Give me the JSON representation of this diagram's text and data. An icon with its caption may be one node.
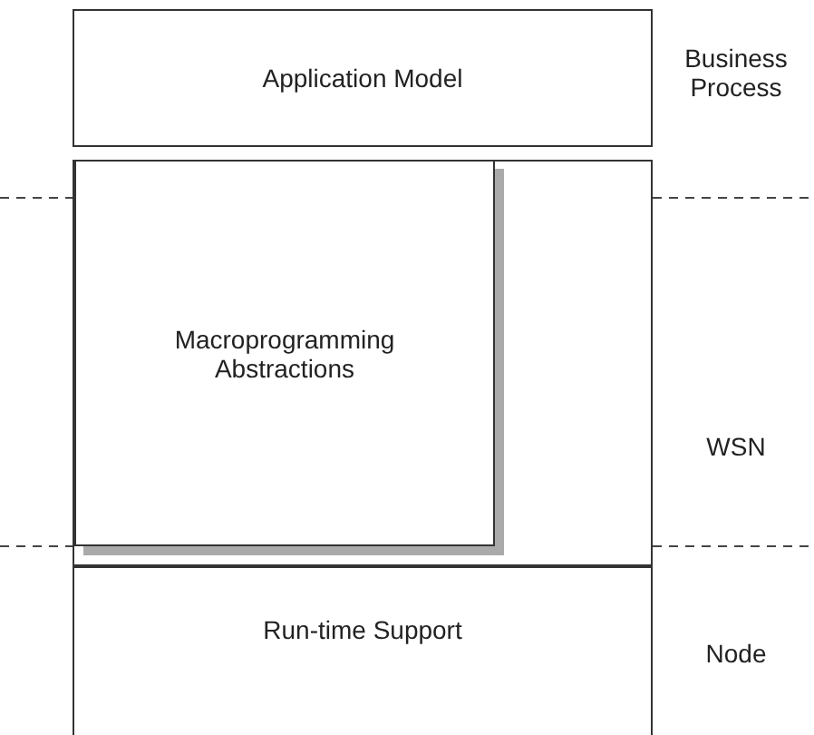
{
  "diagram": {
    "nodes": [
      {
        "text": [
          "Application Model"
        ]
      },
      {
        "text": [],
        "shape": "box"
      },
      {
        "text": [
          "Macroprogramming Abstractions"
        ],
        "in": 1
      },
      {
        "text": [
          "Run-time Support"
        ]
      }
    ],
    "edges": [],
    "labels": [
      "Business Process",
      "WSN",
      "Node"
    ]
  }
}
